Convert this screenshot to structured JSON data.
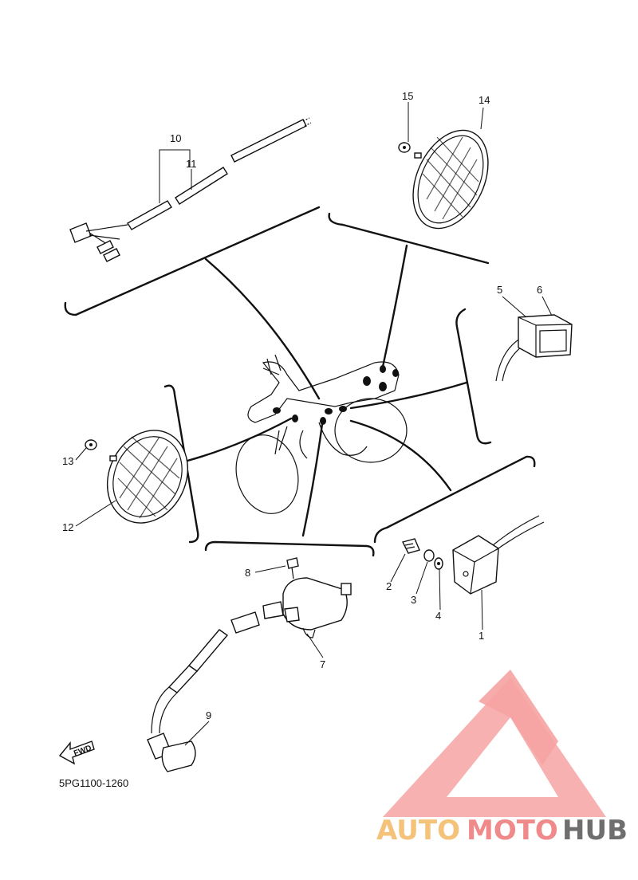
{
  "diagram": {
    "part_code": "5PG1100-1260",
    "fwd_label": "FWD",
    "callouts": [
      "1",
      "2",
      "3",
      "4",
      "5",
      "6",
      "7",
      "8",
      "9",
      "10",
      "11",
      "12",
      "13",
      "14",
      "15"
    ]
  },
  "watermark": {
    "brand_part1": "AUTO",
    "brand_part2": "MOTO",
    "brand_part3": "HUB",
    "color_light": "#f5c27a",
    "color_red": "#f08a8a",
    "color_gray": "#6e6e6e"
  }
}
